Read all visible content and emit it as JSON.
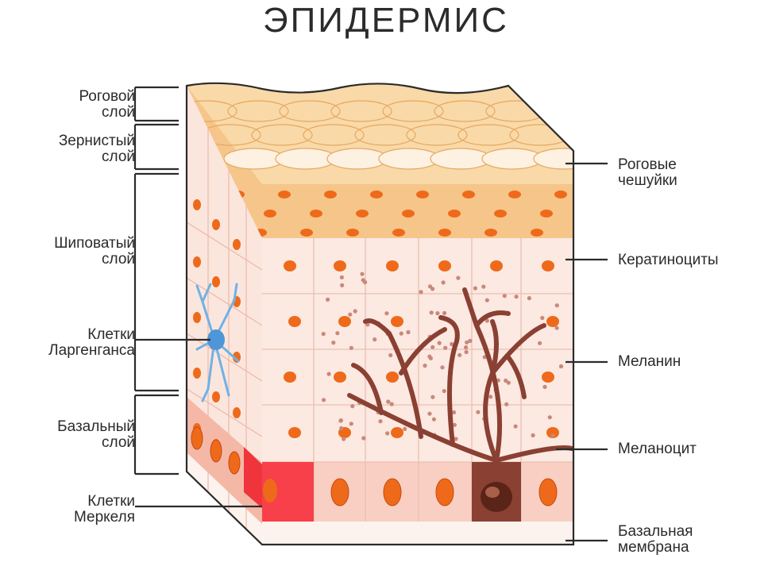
{
  "title": "ЭПИДЕРМИС",
  "left_labels": [
    {
      "id": "stratum-corneum",
      "text": "Роговой\nслой"
    },
    {
      "id": "stratum-granulosum",
      "text": "Зернистый\nслой"
    },
    {
      "id": "stratum-spinosum",
      "text": "Шиповатый\nслой"
    },
    {
      "id": "langerhans-cells",
      "text": "Клетки\nЛаргенганса"
    },
    {
      "id": "stratum-basale",
      "text": "Базальный\nслой"
    },
    {
      "id": "merkel-cells",
      "text": "Клетки\nМеркеля"
    }
  ],
  "right_labels": [
    {
      "id": "corneocytes",
      "text": "Роговые\nчешуйки"
    },
    {
      "id": "keratinocytes",
      "text": "Кератиноциты"
    },
    {
      "id": "melanin",
      "text": "Меланин"
    },
    {
      "id": "melanocyte",
      "text": "Меланоцит"
    },
    {
      "id": "basement-membrane",
      "text": "Базальная\nмембрана"
    }
  ],
  "colors": {
    "outline": "#2b2b2b",
    "corneum": "#f9d9a8",
    "granular": "#f6c58a",
    "spinous": "#fbe9e2",
    "basal": "#f8cfc2",
    "nucleus": "#ee6a1a",
    "melanocyte": "#8a4032",
    "merkel": "#f0343c",
    "langerhans": "#6fb2e6",
    "membrane": "#fdf3ee"
  }
}
